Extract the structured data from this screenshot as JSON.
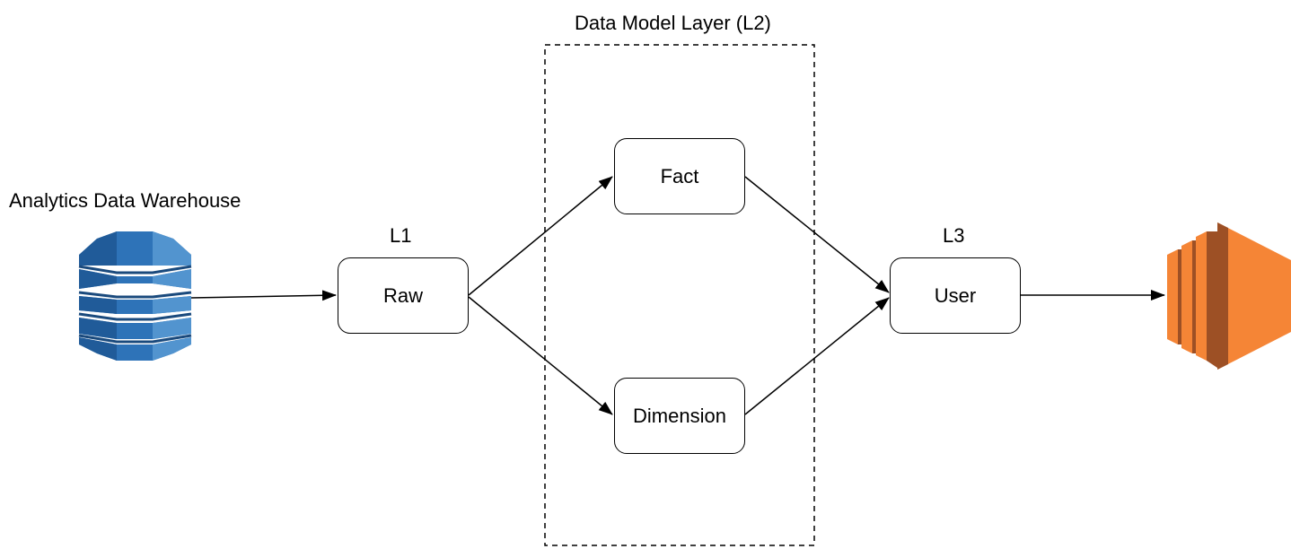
{
  "diagram": {
    "warehouse_label": "Analytics Data Warehouse",
    "layer_l1_label": "L1",
    "layer_l2_label": "Data Model Layer (L2)",
    "layer_l3_label": "L3",
    "nodes": {
      "raw": "Raw",
      "fact": "Fact",
      "dimension": "Dimension",
      "user": "User"
    },
    "icons": {
      "source": "database-cylinder-icon",
      "target": "compute-instance-icon"
    },
    "colors": {
      "database_light": "#5294CF",
      "database_mid": "#2E73B8",
      "database_dark": "#205B99",
      "compute_light": "#F58536",
      "compute_dark": "#9D5025"
    },
    "edges": [
      {
        "from": "Analytics Data Warehouse",
        "to": "Raw"
      },
      {
        "from": "Raw",
        "to": "Fact"
      },
      {
        "from": "Raw",
        "to": "Dimension"
      },
      {
        "from": "Fact",
        "to": "User"
      },
      {
        "from": "Dimension",
        "to": "User"
      },
      {
        "from": "User",
        "to": "compute-instance"
      }
    ]
  }
}
